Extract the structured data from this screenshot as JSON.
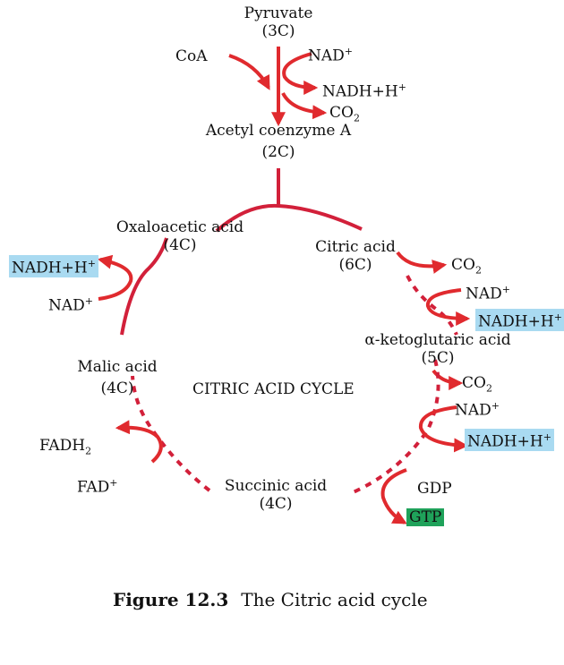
{
  "molecules": {
    "pyruvate": {
      "name": "Pyruvate",
      "carbons": "(3C)"
    },
    "acetyl_coa": {
      "name": "Acetyl coenzyme A",
      "carbons": "(2C)"
    },
    "oxaloacetic": {
      "name": "Oxaloacetic acid",
      "carbons": "(4C)"
    },
    "citric": {
      "name": "Citric acid",
      "carbons": "(6C)"
    },
    "ketoglutaric": {
      "name": "α-ketoglutaric acid",
      "carbons": "(5C)"
    },
    "succinic": {
      "name": "Succinic acid",
      "carbons": "(4C)"
    },
    "malic": {
      "name": "Malic acid",
      "carbons": "(4C)"
    }
  },
  "cofactors": {
    "coa": "CoA",
    "nad": "NAD",
    "nadh": "NADH+H",
    "co2": "CO",
    "gdp": "GDP",
    "gtp": "GTP",
    "fadh": "FADH",
    "fad": "FAD",
    "plus": "+",
    "sub2": "2"
  },
  "center_label": "CITRIC ACID CYCLE",
  "caption": {
    "number": "Figure 12.3",
    "text": "The Citric acid cycle"
  },
  "colors": {
    "arrow": "#e02a2e",
    "cycle": "#d2203a",
    "nadh_highlight": "#a9daf1",
    "gtp_highlight": "#1fa25a"
  }
}
